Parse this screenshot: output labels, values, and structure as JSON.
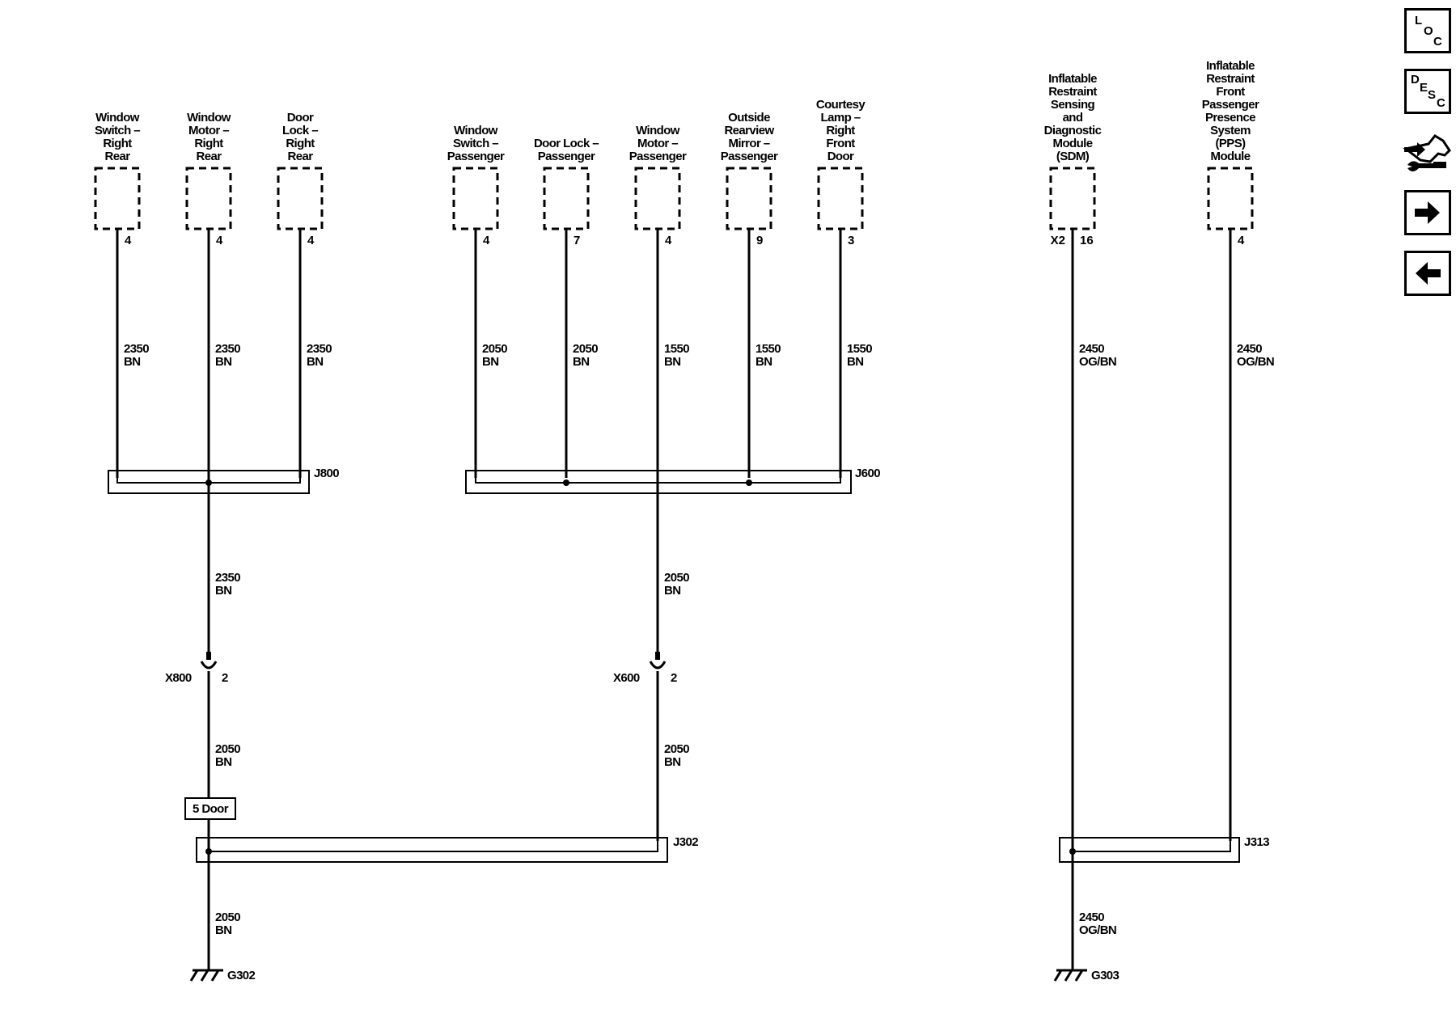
{
  "side_tools": [
    {
      "letters": [
        "L",
        "O",
        "C"
      ]
    },
    {
      "letters": [
        "D",
        "E",
        "S",
        "C"
      ]
    },
    {
      "icon": "connector-wrench-icon"
    },
    {
      "icon": "arrow-right-icon"
    },
    {
      "icon": "arrow-left-icon"
    }
  ],
  "components": [
    {
      "lines": [
        "Window",
        "Switch –",
        "Right",
        "Rear"
      ],
      "pin": "4"
    },
    {
      "lines": [
        "Window",
        "Motor –",
        "Right",
        "Rear"
      ],
      "pin": "4"
    },
    {
      "lines": [
        "Door",
        "Lock –",
        "Right",
        "Rear"
      ],
      "pin": "4"
    },
    {
      "lines": [
        "Window",
        "Switch –",
        "Passenger"
      ],
      "pin": "4"
    },
    {
      "lines": [
        "Door Lock –",
        "Passenger"
      ],
      "pin": "7"
    },
    {
      "lines": [
        "Window",
        "Motor –",
        "Passenger"
      ],
      "pin": "4"
    },
    {
      "lines": [
        "Outside",
        "Rearview",
        "Mirror –",
        "Passenger"
      ],
      "pin": "9"
    },
    {
      "lines": [
        "Courtesy",
        "Lamp –",
        "Right",
        "Front",
        "Door"
      ],
      "pin": "3"
    },
    {
      "lines": [
        "Inflatable",
        "Restraint",
        "Sensing",
        "and",
        "Diagnostic",
        "Module",
        "(SDM)"
      ],
      "pin": "16",
      "connector": "X2"
    },
    {
      "lines": [
        "Inflatable",
        "Restraint",
        "Front",
        "Passenger",
        "Presence",
        "System",
        "(PPS)",
        "Module"
      ],
      "pin": "4"
    }
  ],
  "wire_labels": [
    {
      "size": "2350",
      "color": "BN"
    },
    {
      "size": "2350",
      "color": "BN"
    },
    {
      "size": "2350",
      "color": "BN"
    },
    {
      "size": "2050",
      "color": "BN"
    },
    {
      "size": "2050",
      "color": "BN"
    },
    {
      "size": "1550",
      "color": "BN"
    },
    {
      "size": "1550",
      "color": "BN"
    },
    {
      "size": "1550",
      "color": "BN"
    },
    {
      "size": "2450",
      "color": "OG/BN"
    },
    {
      "size": "2450",
      "color": "OG/BN"
    },
    {
      "size": "2350",
      "color": "BN"
    },
    {
      "size": "2050",
      "color": "BN"
    },
    {
      "size": "2050",
      "color": "BN"
    },
    {
      "size": "2050",
      "color": "BN"
    },
    {
      "size": "2050",
      "color": "BN"
    },
    {
      "size": "2450",
      "color": "OG/BN"
    }
  ],
  "splices": [
    "J800",
    "J600",
    "J302",
    "J313"
  ],
  "inline_connectors": [
    {
      "name": "X800",
      "pin": "2"
    },
    {
      "name": "X600",
      "pin": "2"
    }
  ],
  "option_box": "5 Door",
  "grounds": [
    "G302",
    "G303"
  ]
}
